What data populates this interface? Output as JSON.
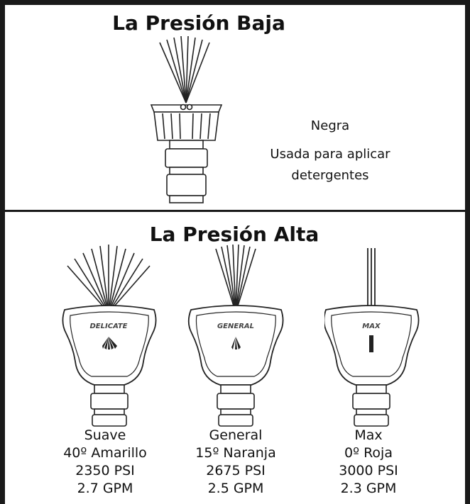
{
  "low_pressure": {
    "heading": "La Presión Baja",
    "nozzle": {
      "color": "Negra",
      "use": "Usada para aplicar detergentes"
    }
  },
  "high_pressure": {
    "heading": "La Presión Alta",
    "nozzles": [
      {
        "label": "DELICATE",
        "name": "Suave",
        "angle_color": "40º Amarillo",
        "psi": "2350 PSI",
        "gpm": "2.7 GPM"
      },
      {
        "label": "GENERAL",
        "name": "General",
        "angle_color": "15º Naranja",
        "psi": "2675 PSI",
        "gpm": "2.5 GPM"
      },
      {
        "label": "MAX",
        "name": "Max",
        "angle_color": "0º Roja",
        "psi": "3000 PSI",
        "gpm": "2.3 GPM"
      }
    ]
  }
}
